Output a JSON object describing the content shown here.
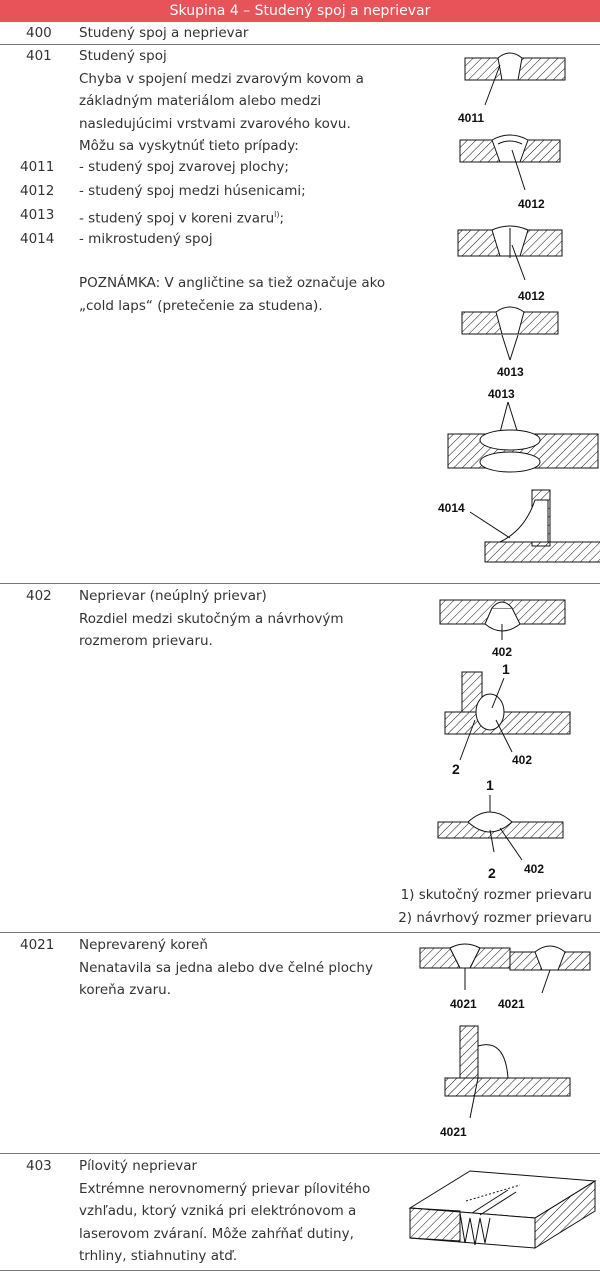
{
  "header": "Skupina 4 – Studený spoj a neprievar",
  "row400": {
    "code": "400",
    "title": "Studený spoj a neprievar"
  },
  "row401": {
    "code": "401",
    "lines": [
      "Studený spoj",
      "Chyba v spojení medzi zvarovým kovom a",
      "základným materiálom alebo medzi",
      "nasledujúcimi vrstvami zvarového kovu.",
      "Môžu sa vyskytnúť tieto prípady:"
    ],
    "sub": [
      {
        "code": "4011",
        "text": "- studený spoj zvarovej plochy;"
      },
      {
        "code": "4012",
        "text": "- studený spoj medzi húsenicami;"
      },
      {
        "code": "4013",
        "text": "- studený spoj v koreni zvaru",
        "sup": "l)",
        "after": ";"
      },
      {
        "code": "4014",
        "text": "- mikrostudený spoj"
      }
    ],
    "note": [
      "POZNÁMKA: V angličtine sa tiež označuje ako",
      "„cold laps“ (pretečenie za studena)."
    ],
    "fig_labels": {
      "a": "4011",
      "b": "4012",
      "c": "4012",
      "d": "4013",
      "e": "4013",
      "f": "4014"
    }
  },
  "row402": {
    "code": "402",
    "lines": [
      "Neprievar (neúplný prievar)",
      "Rozdiel medzi skutočným a návrhovým",
      "rozmerom prievaru."
    ],
    "fig_labels": {
      "a": "402",
      "b1": "1",
      "b2": "2",
      "b3": "402",
      "c1": "1",
      "c2": "2",
      "c3": "402"
    },
    "notes": [
      "1) skutočný rozmer prievaru",
      "2) návrhový rozmer prievaru"
    ]
  },
  "row4021": {
    "code": "4021",
    "lines": [
      "Neprevarený koreň",
      "Nenatavila sa jedna alebo dve čelné plochy",
      "koreňa zvaru."
    ],
    "fig_labels": {
      "a": "4021",
      "b": "4021",
      "c": "4021"
    }
  },
  "row403": {
    "code": "403",
    "lines": [
      "Pílovitý neprievar",
      "Extrémne nerovnomerný prievar pílovitého",
      "vzhľadu, ktorý vzniká pri elektrónovom a",
      "laserovom zváraní. Môže zahŕňať dutiny,",
      "trhliny, stiahnutiny atď."
    ]
  }
}
